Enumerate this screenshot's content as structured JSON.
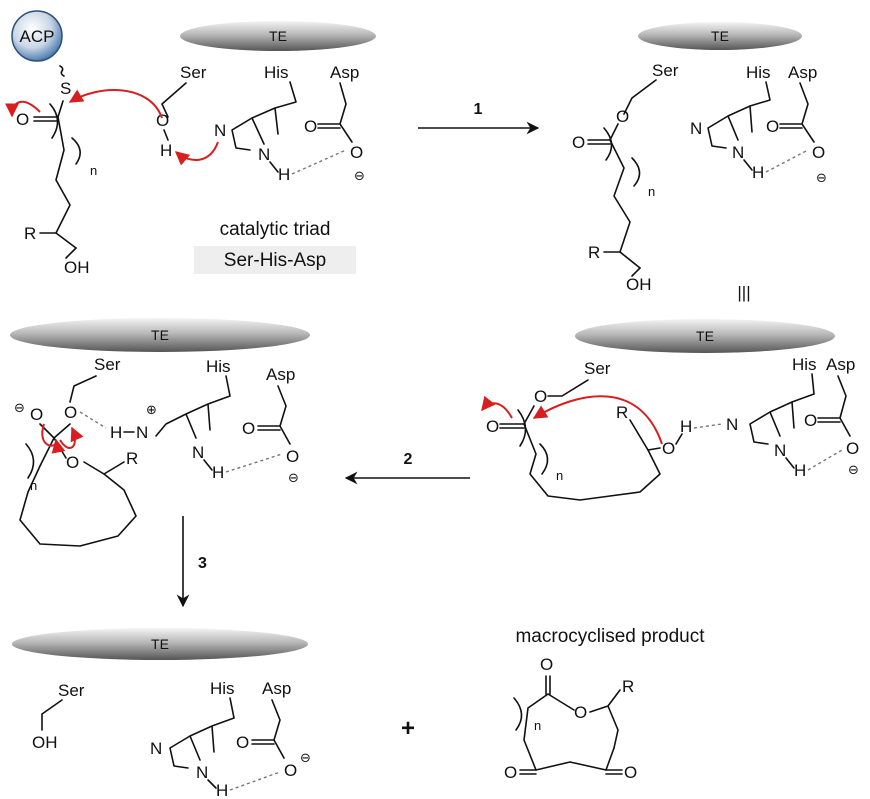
{
  "enzyme_label": "TE",
  "carrier_label": "ACP",
  "residues": {
    "ser": "Ser",
    "his": "His",
    "asp": "Asp"
  },
  "atoms": {
    "O": "O",
    "S": "S",
    "H": "H",
    "N": "N",
    "OH": "OH",
    "R": "R",
    "n": "n"
  },
  "charges": {
    "minus": "⊖",
    "plus": "⊕"
  },
  "triad_caption": {
    "line1": "catalytic triad",
    "line2": "Ser-His-Asp"
  },
  "steps": {
    "one": "1",
    "two": "2",
    "three": "3"
  },
  "equivalence_symbol": "|||",
  "plus_sign": "+",
  "product_caption": "macrocyclised product",
  "colors": {
    "arrow": "#d81e1e",
    "enzyme_fill": "#9a9a9a",
    "acp_fill": "#3b6fa8",
    "hbond": "#777777"
  }
}
